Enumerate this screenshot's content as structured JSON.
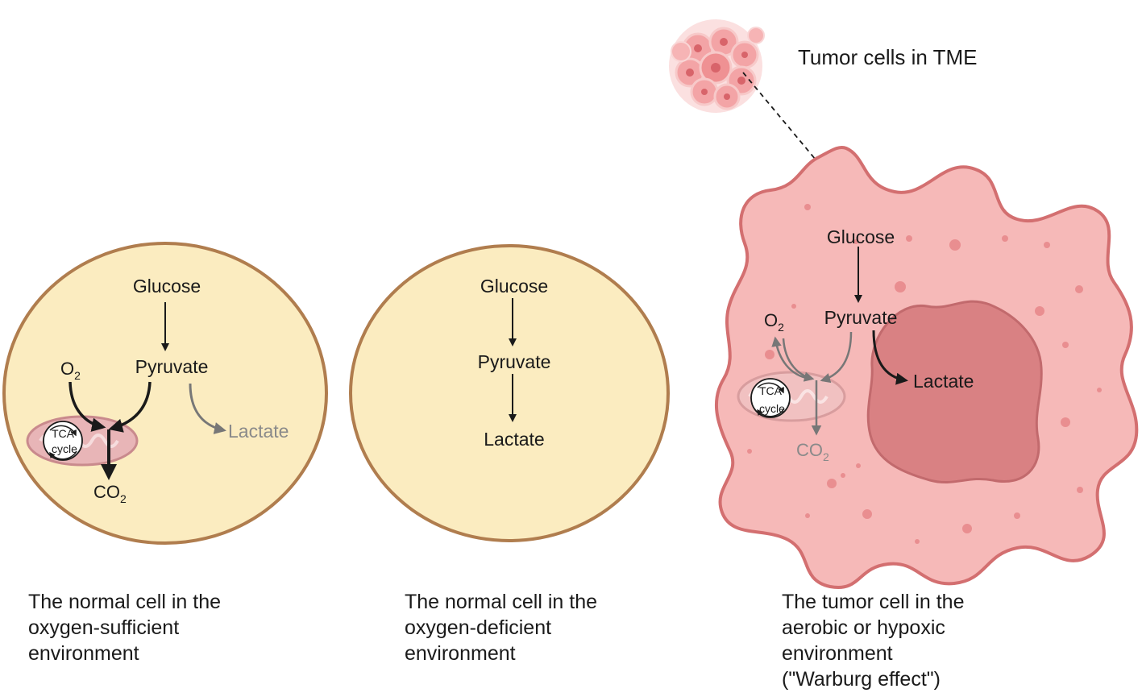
{
  "colors": {
    "normal_cell_fill": "#fbecc0",
    "normal_cell_stroke": "#b07d4e",
    "tumor_cell_fill": "#f6b9b8",
    "tumor_cell_stroke": "#d36f70",
    "nucleus_fill": "#d98183",
    "mitochondrion_fill": "#e8b5b7",
    "arrow_dark": "#1a1a1a",
    "arrow_gray": "#777777"
  },
  "tumor_cells_label": "Tumor cells in TME",
  "cell1": {
    "glucose": "Glucose",
    "pyruvate": "Pyruvate",
    "o2_base": "O",
    "o2_sub": "2",
    "lactate": "Lactate",
    "co2_base": "CO",
    "co2_sub": "2",
    "tca_line1": "TCA",
    "tca_line2": "cycle",
    "caption": [
      "The normal cell in the",
      "oxygen-sufficient",
      "environment"
    ]
  },
  "cell2": {
    "glucose": "Glucose",
    "pyruvate": "Pyruvate",
    "lactate": "Lactate",
    "caption": [
      "The normal cell in the",
      "oxygen-deficient",
      "environment"
    ]
  },
  "cell3": {
    "glucose": "Glucose",
    "pyruvate": "Pyruvate",
    "o2_base": "O",
    "o2_sub": "2",
    "lactate": "Lactate",
    "co2_base": "CO",
    "co2_sub": "2",
    "tca_line1": "TCA",
    "tca_line2": "cycle",
    "caption": [
      "The tumor cell in the",
      "aerobic or hypoxic",
      "environment",
      "(\"Warburg effect\")"
    ]
  }
}
